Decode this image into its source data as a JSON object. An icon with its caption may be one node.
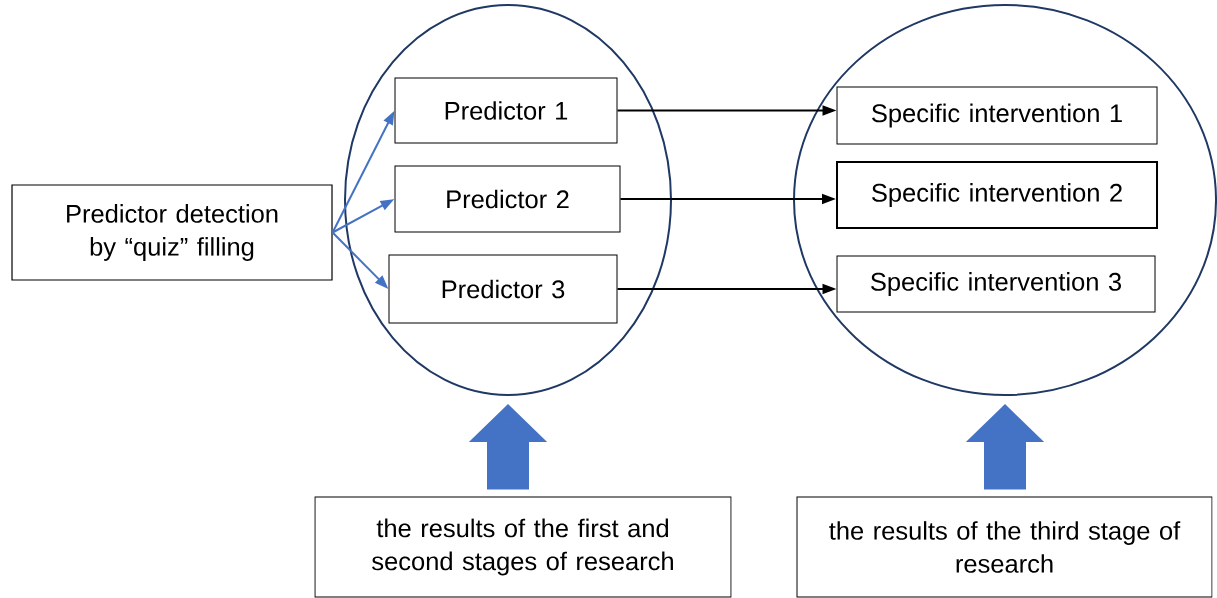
{
  "diagram": {
    "nodes": [
      {
        "text": [
          "Predictor detection by “quiz” filling"
        ]
      },
      {
        "text": [],
        "shape": "circle"
      },
      {
        "text": [
          "Predictor 1"
        ],
        "in": 1
      },
      {
        "text": [
          "Predictor 2"
        ],
        "in": 1
      },
      {
        "text": [
          "Predictor 3"
        ],
        "in": 1
      },
      {
        "text": [],
        "shape": "circle"
      },
      {
        "text": [
          "Specific intervention 1"
        ],
        "in": 5
      },
      {
        "text": [
          "Specific intervention 2"
        ],
        "in": 5
      },
      {
        "text": [
          "Specific intervention 3"
        ],
        "in": 5
      },
      {
        "text": [
          "the results of the first and second stages of research"
        ]
      },
      {
        "text": [
          "the results of the third stage of research"
        ]
      }
    ],
    "edges": [
      {
        "from": 0,
        "to": 2,
        "arrow": "to",
        "color": "#4472c4"
      },
      {
        "from": 0,
        "to": 3,
        "arrow": "to",
        "color": "#4472c4"
      },
      {
        "from": 0,
        "to": 4,
        "arrow": "to",
        "color": "#4472c4"
      },
      {
        "from": 2,
        "to": 6,
        "arrow": "to",
        "color": "#000000"
      },
      {
        "from": 3,
        "to": 7,
        "arrow": "to",
        "color": "#000000"
      },
      {
        "from": 4,
        "to": 8,
        "arrow": "to",
        "color": "#000000"
      },
      {
        "from": 9,
        "to": 1,
        "arrow": "to",
        "style": "thick",
        "color": "#4472c4"
      },
      {
        "from": 10,
        "to": 5,
        "arrow": "to",
        "style": "thick",
        "color": "#4472c4"
      }
    ]
  }
}
